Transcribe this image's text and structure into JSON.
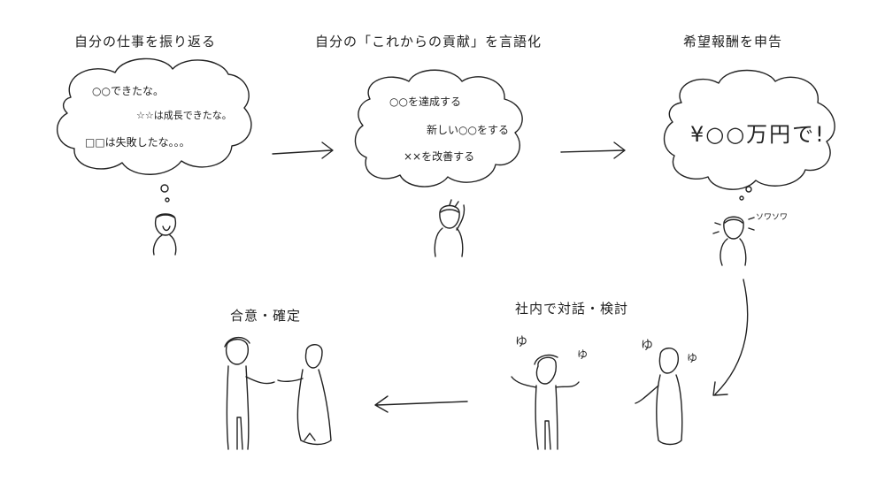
{
  "steps": [
    {
      "title": "自分の仕事を振り返る",
      "thoughts": [
        "○○できたな。",
        "☆☆は成長できたな。",
        "□□は失敗したな。。。"
      ]
    },
    {
      "title": "自分の「これからの貢献」を言語化",
      "thoughts": [
        "○○を達成する",
        "新しい○○をする",
        "××を改善する"
      ]
    },
    {
      "title": "希望報酬を申告",
      "thoughts": [
        "¥○○万円で!"
      ],
      "sfx": "ソワソワ"
    },
    {
      "title": "社内で対話・検討",
      "sfx": [
        "ゆ",
        "ゆ",
        "ゆ",
        "ゆ"
      ]
    },
    {
      "title": "合意・確定"
    }
  ]
}
